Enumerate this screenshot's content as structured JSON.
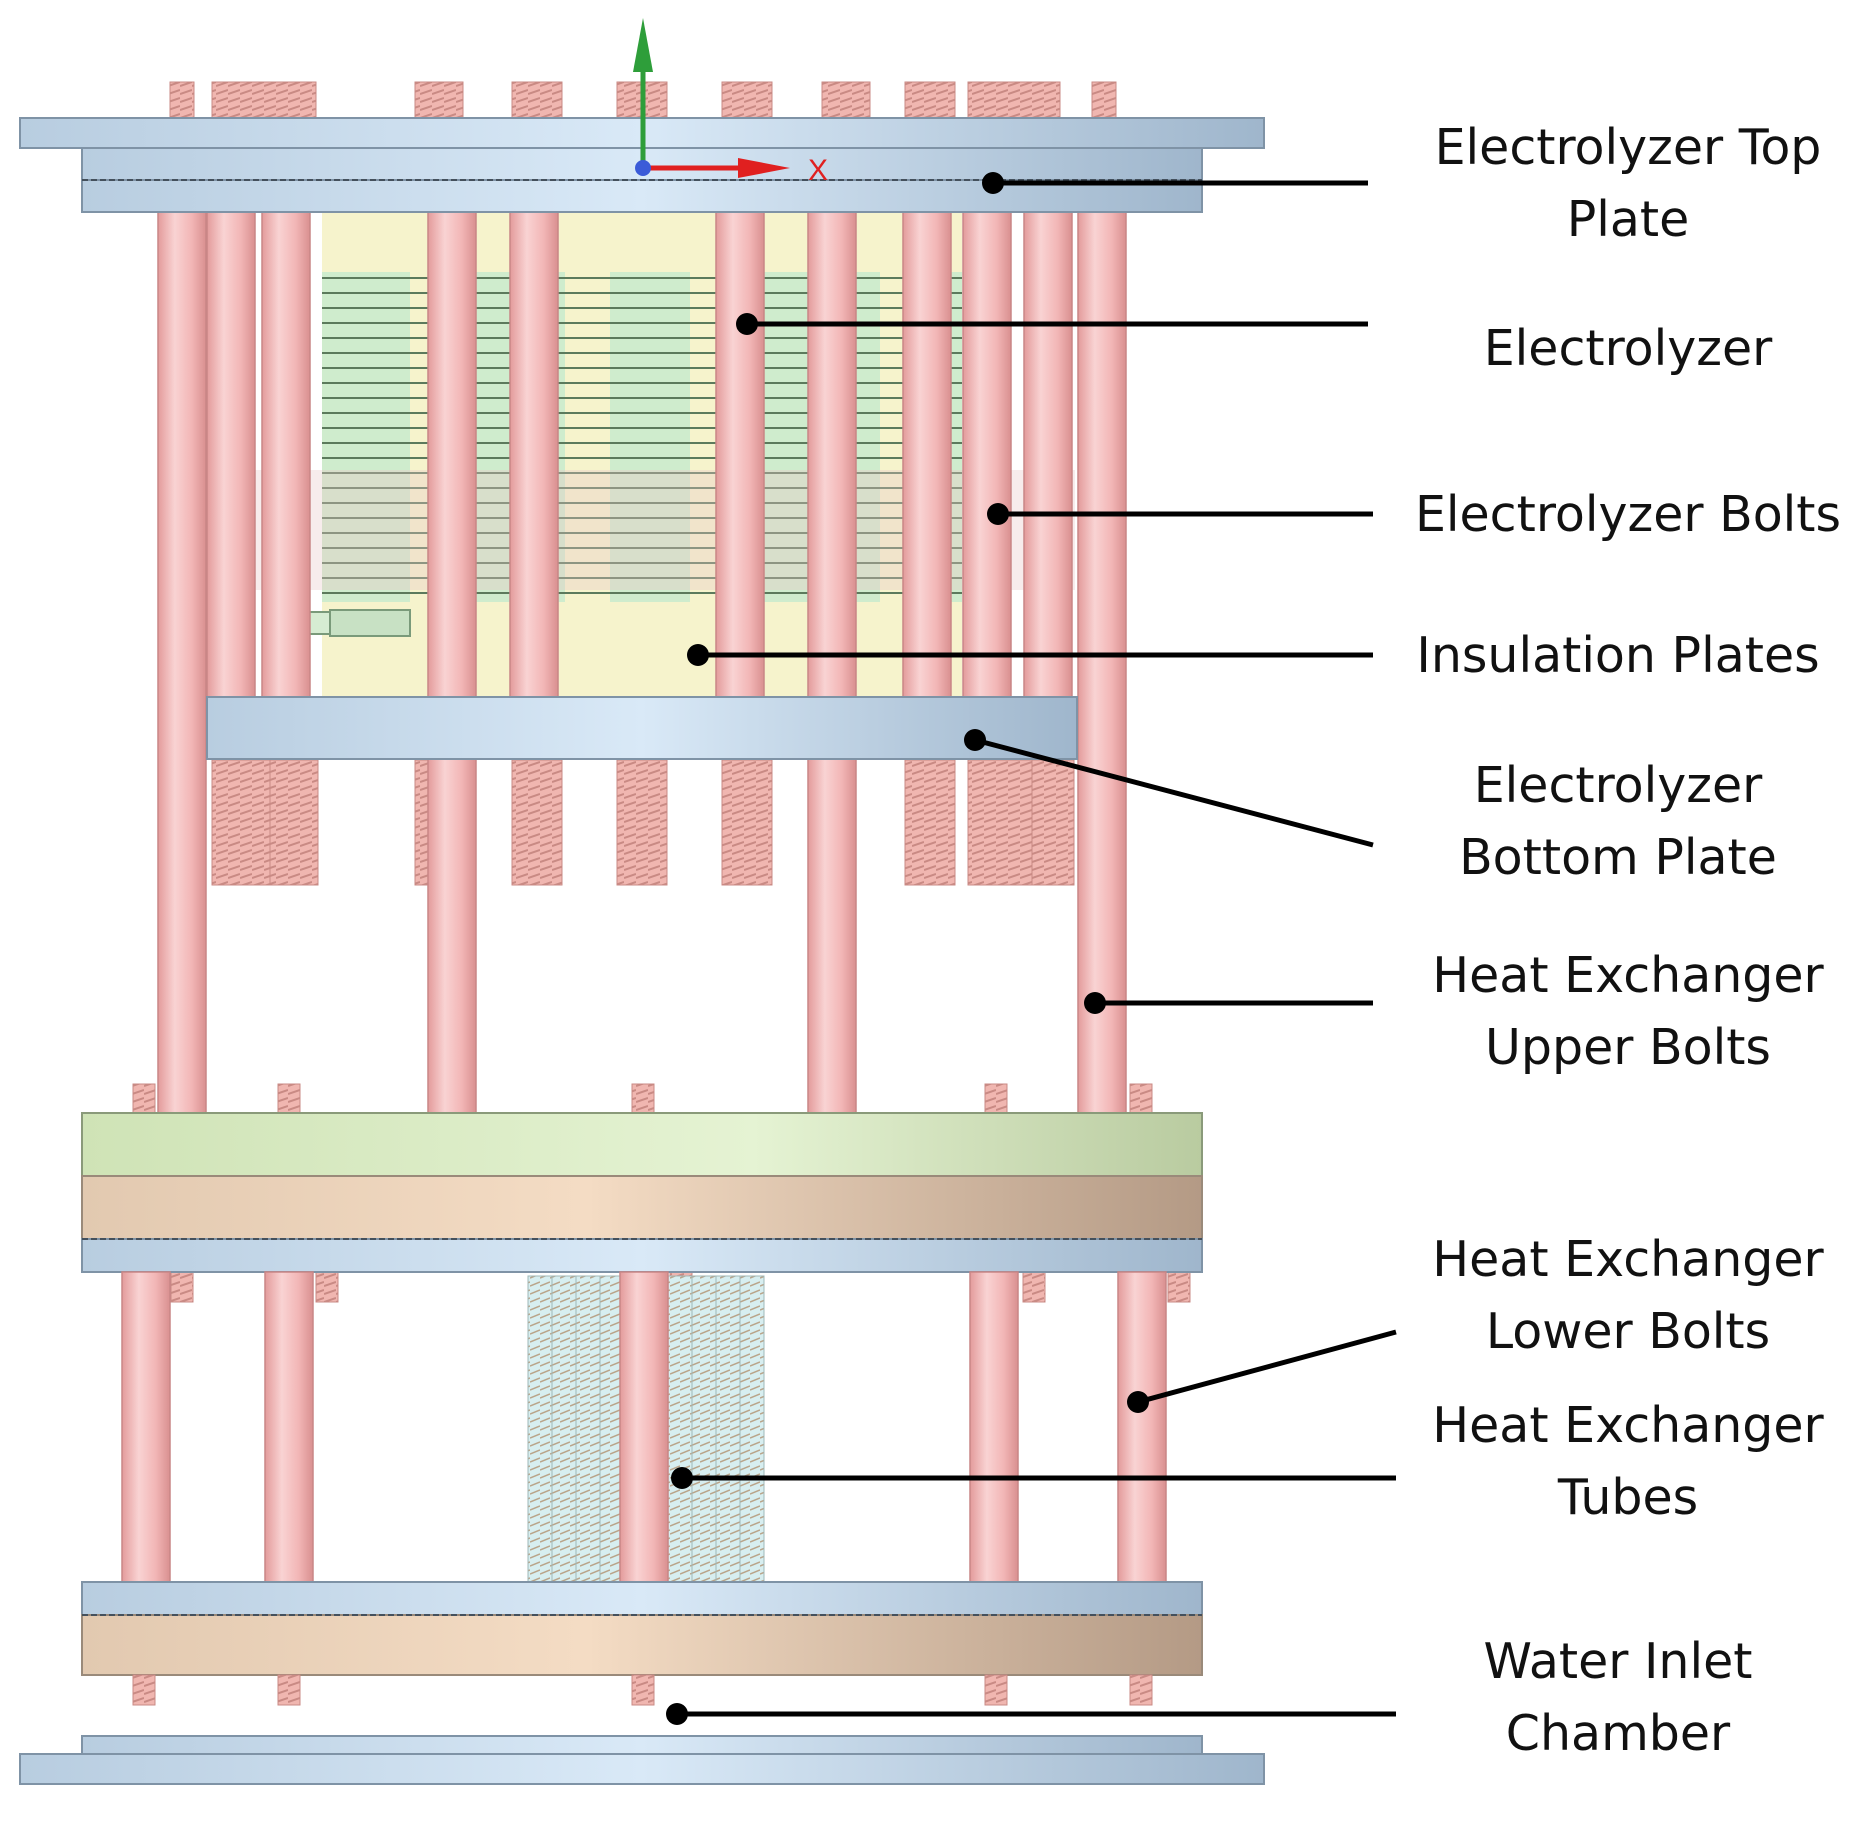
{
  "axis_triad": {
    "x_label": "X"
  },
  "labels": [
    {
      "id": "top-plate",
      "lines": [
        "Electrolyzer Top",
        "Plate"
      ]
    },
    {
      "id": "electrolyzer",
      "lines": [
        "Electrolyzer"
      ]
    },
    {
      "id": "electrolyzer-bolts",
      "lines": [
        "Electrolyzer Bolts"
      ]
    },
    {
      "id": "insulation-plates",
      "lines": [
        "Insulation Plates"
      ]
    },
    {
      "id": "bottom-plate",
      "lines": [
        "Electrolyzer",
        "Bottom Plate"
      ]
    },
    {
      "id": "hx-upper-bolts",
      "lines": [
        "Heat Exchanger",
        "Upper Bolts"
      ]
    },
    {
      "id": "hx-lower-bolts",
      "lines": [
        "Heat Exchanger",
        "Lower Bolts"
      ]
    },
    {
      "id": "hx-tubes",
      "lines": [
        "Heat Exchanger",
        "Tubes"
      ]
    },
    {
      "id": "water-inlet",
      "lines": [
        "Water Inlet",
        "Chamber"
      ]
    }
  ],
  "colors": {
    "rod": "#f2b8b8",
    "plate": "#b8d0e6",
    "stack_green": "#c7e8c7",
    "insulation_yellow": "#f5f2c8",
    "hx_green_plate": "#d7e9c2",
    "hx_tan_plate": "#e9cdb5",
    "axis_y": "#2e9e3a",
    "axis_x": "#e02020",
    "leader": "#000000"
  }
}
